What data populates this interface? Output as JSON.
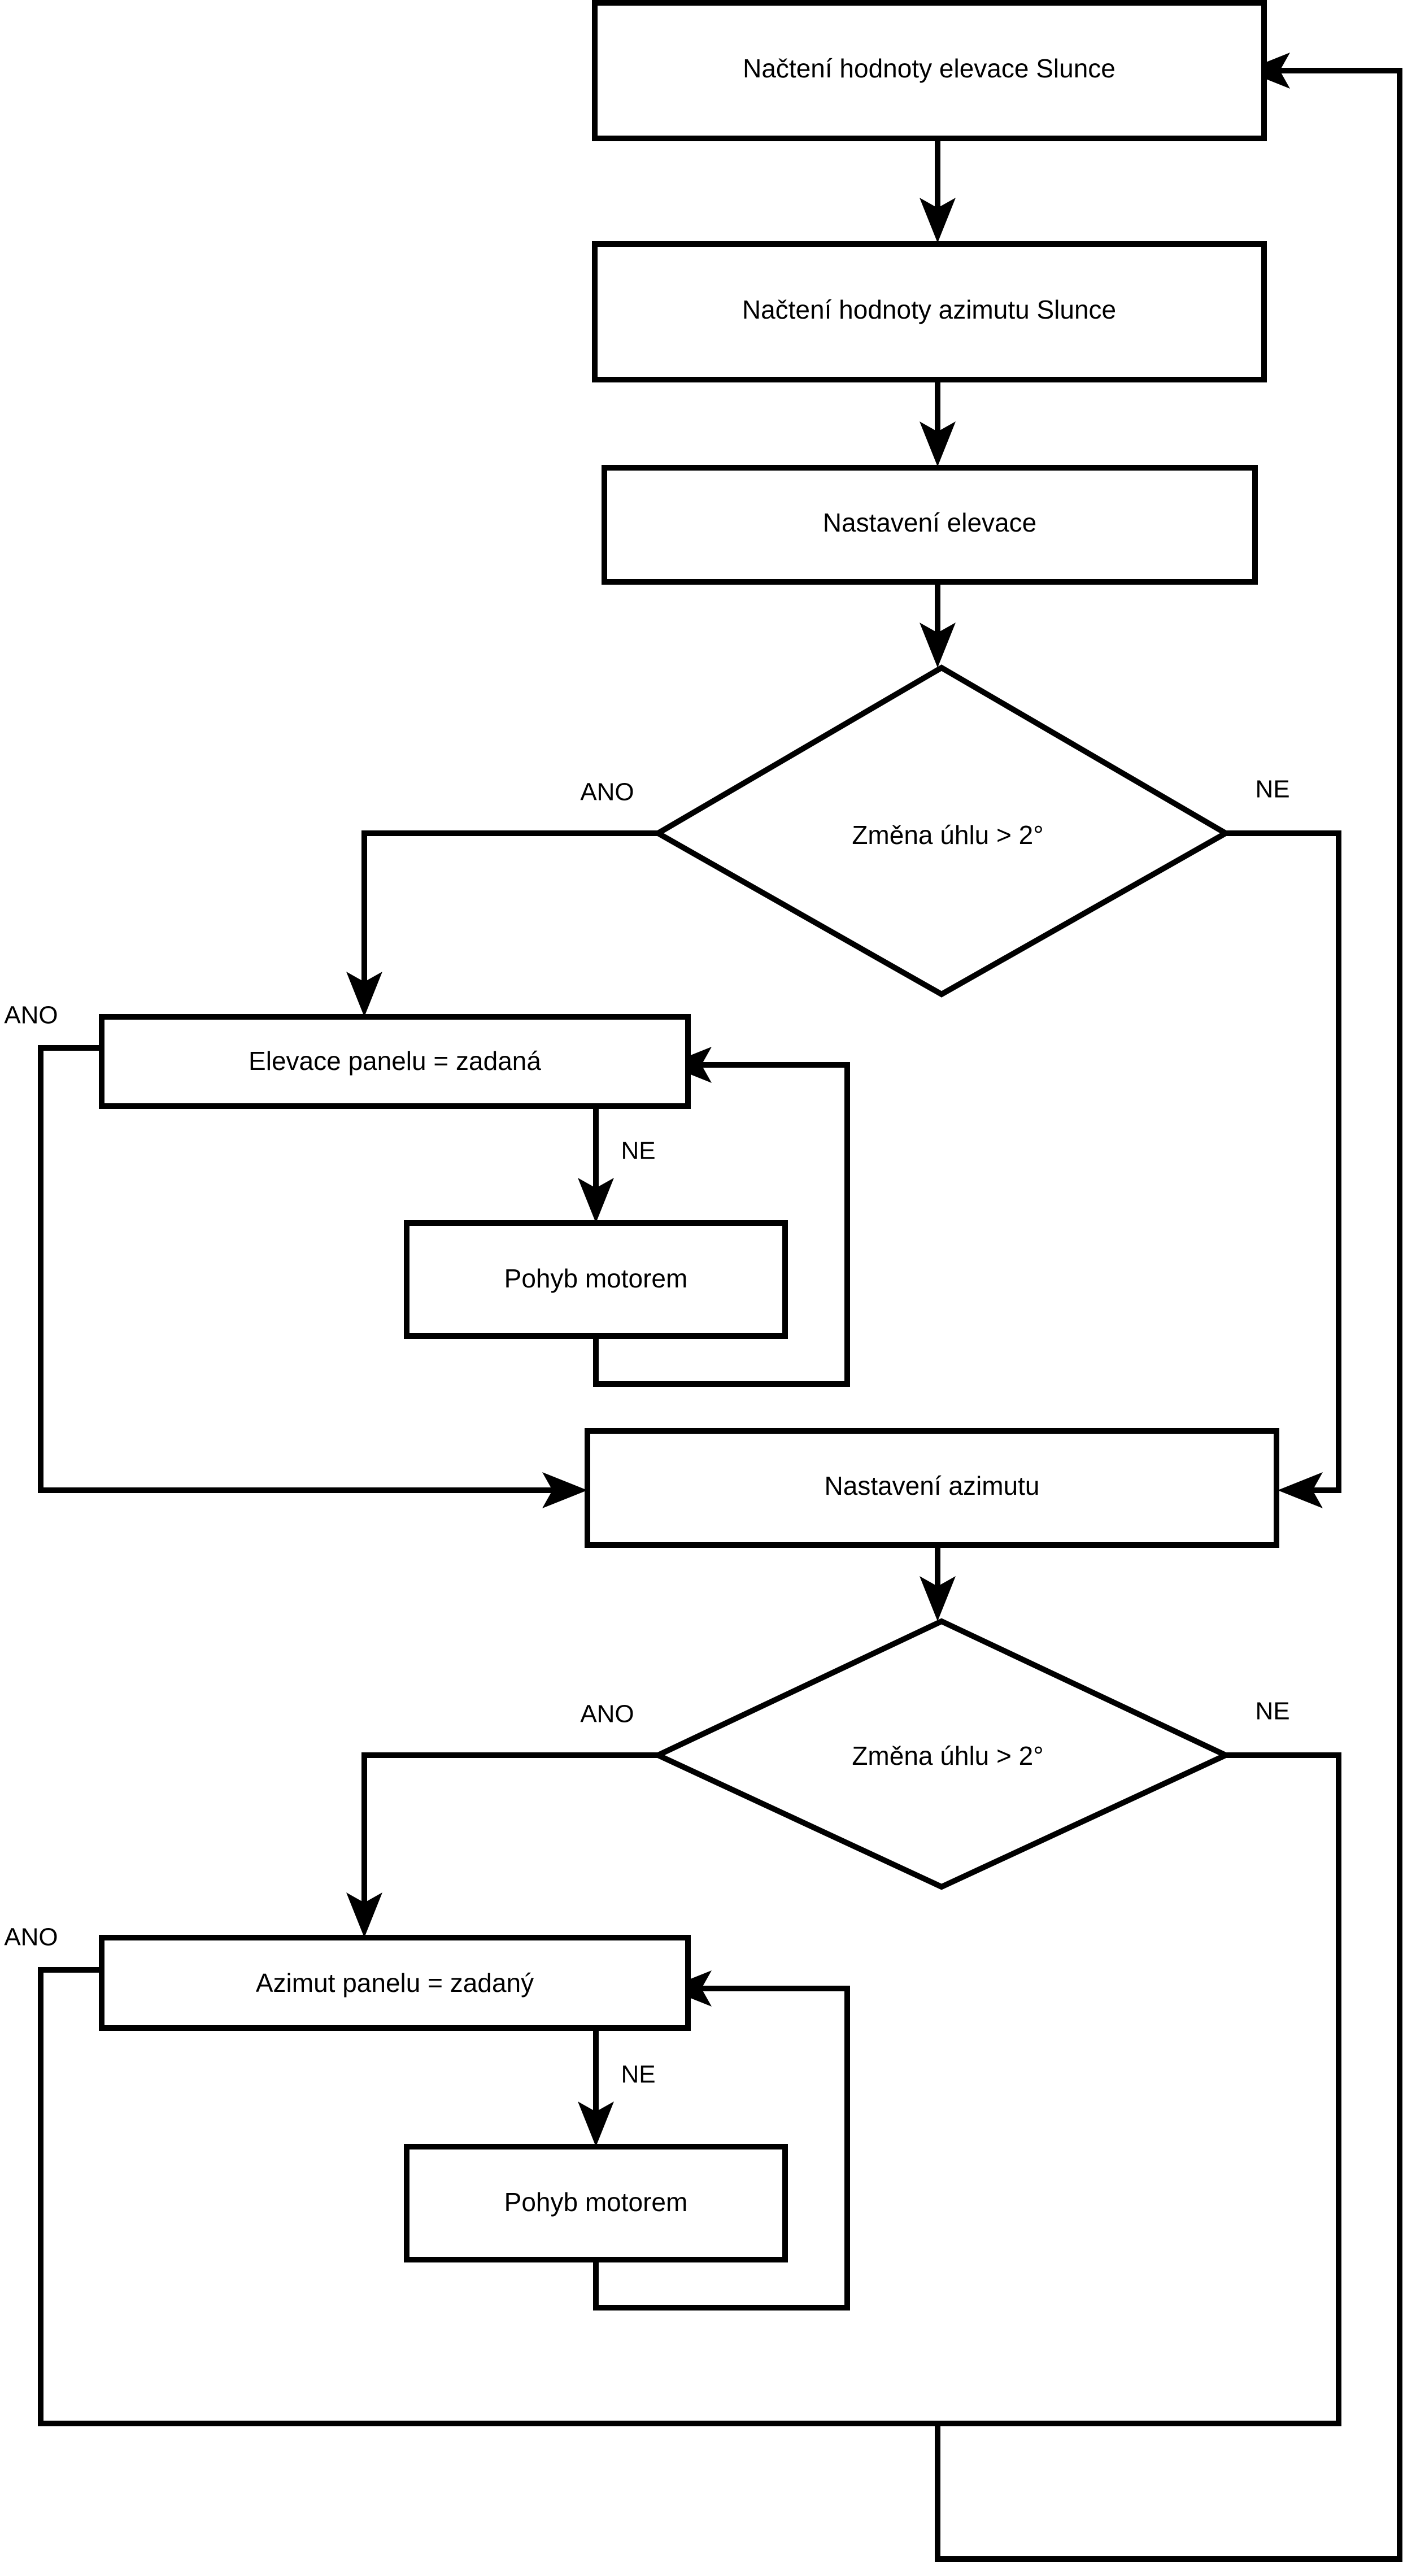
{
  "diagram": {
    "kind": "flowchart",
    "language": "cs",
    "title": "Solar panel tracking control flowchart",
    "colors": {
      "background": "#ffffff",
      "stroke": "#000000",
      "node_fill": "#ffffff",
      "text": "#000000"
    },
    "nodes": [
      {
        "id": "read_elevation",
        "type": "process",
        "label": "Načtení hodnoty elevace Slunce"
      },
      {
        "id": "read_azimuth",
        "type": "process",
        "label": "Načtení hodnoty azimutu Slunce"
      },
      {
        "id": "set_elevation",
        "type": "process",
        "label": "Nastavení elevace"
      },
      {
        "id": "decide_elevation",
        "type": "decision",
        "label": "Změna úhlu > 2°"
      },
      {
        "id": "panel_elevation",
        "type": "process",
        "label": "Elevace panelu = zadaná"
      },
      {
        "id": "motor_elevation",
        "type": "process",
        "label": "Pohyb motorem"
      },
      {
        "id": "set_azimuth",
        "type": "process",
        "label": "Nastavení azimutu"
      },
      {
        "id": "decide_azimuth",
        "type": "decision",
        "label": "Změna úhlu > 2°"
      },
      {
        "id": "panel_azimuth",
        "type": "process",
        "label": "Azimut panelu = zadaný"
      },
      {
        "id": "motor_azimuth",
        "type": "process",
        "label": "Pohyb motorem"
      }
    ],
    "edge_labels": {
      "decide_elevation_yes": "ANO",
      "decide_elevation_no": "NE",
      "panel_elevation_yes": "ANO",
      "panel_elevation_no": "NE",
      "decide_azimuth_yes": "ANO",
      "decide_azimuth_no": "NE",
      "panel_azimuth_yes": "ANO",
      "panel_azimuth_no": "NE"
    },
    "edges": [
      {
        "from": "read_elevation",
        "to": "read_azimuth",
        "label": ""
      },
      {
        "from": "read_azimuth",
        "to": "set_elevation",
        "label": ""
      },
      {
        "from": "set_elevation",
        "to": "decide_elevation",
        "label": ""
      },
      {
        "from": "decide_elevation",
        "to": "panel_elevation",
        "label": "ANO"
      },
      {
        "from": "decide_elevation",
        "to": "set_azimuth",
        "label": "NE"
      },
      {
        "from": "panel_elevation",
        "to": "set_azimuth",
        "label": "ANO"
      },
      {
        "from": "panel_elevation",
        "to": "motor_elevation",
        "label": "NE"
      },
      {
        "from": "motor_elevation",
        "to": "panel_elevation",
        "label": ""
      },
      {
        "from": "set_azimuth",
        "to": "decide_azimuth",
        "label": ""
      },
      {
        "from": "decide_azimuth",
        "to": "panel_azimuth",
        "label": "ANO"
      },
      {
        "from": "decide_azimuth",
        "to": "read_elevation",
        "label": "NE"
      },
      {
        "from": "panel_azimuth",
        "to": "read_elevation",
        "label": "ANO"
      },
      {
        "from": "panel_azimuth",
        "to": "motor_azimuth",
        "label": "NE"
      },
      {
        "from": "motor_azimuth",
        "to": "panel_azimuth",
        "label": ""
      }
    ]
  }
}
